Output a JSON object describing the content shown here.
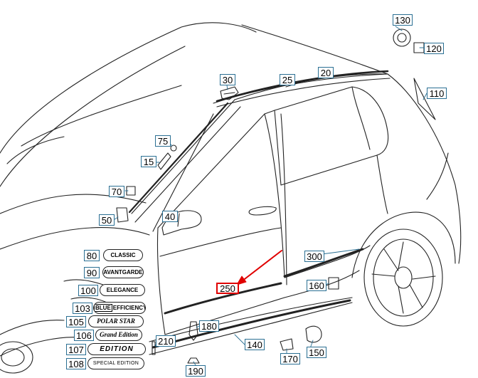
{
  "diagram": {
    "callouts": [
      "130",
      "120",
      "110",
      "30",
      "25",
      "20",
      "75",
      "15",
      "70",
      "50",
      "40",
      "300",
      "250",
      "160",
      "180",
      "210",
      "140",
      "170",
      "150",
      "190",
      "80",
      "90",
      "100",
      "103",
      "105",
      "106",
      "107",
      "108"
    ],
    "highlighted_callout": "250",
    "highlight_color": "#e00000",
    "callout_border_color": "#2a6f93"
  },
  "badges": {
    "classic": "CLASSIC",
    "avantgarde": "AVANTGARDE",
    "elegance": "ELEGANCE",
    "blue_efficiency_box": "BLUE",
    "blue_efficiency_text": "EFFICIENCY",
    "polar_star": "POLAR STAR",
    "grand_edition": "Grand Edition",
    "edition": "EDITION",
    "special_edition": "SPECIAL EDITION"
  }
}
